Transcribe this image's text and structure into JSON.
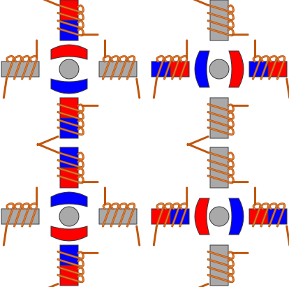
{
  "colors": {
    "background": "#ffffff",
    "pole_north": "#ff0000",
    "pole_south": "#0000ff",
    "core": "#a9a9a9",
    "coil_wire": "#c0560c",
    "coil_highlight": "#e8a060",
    "outline": "#3a3a3a"
  },
  "diagram": {
    "description_kind": "stepper-motor-full-step-sequence",
    "panels": [
      {
        "id": "step-1",
        "rotor_axis": "vertical",
        "rotor_top": "north",
        "vertical_coils_energized": true,
        "vertical_top_inner": "south",
        "horizontal_coils_energized": false
      },
      {
        "id": "step-2",
        "rotor_axis": "horizontal",
        "rotor_left": "south",
        "vertical_coils_energized": false,
        "horizontal_coils_energized": true,
        "horizontal_left_inner": "north"
      },
      {
        "id": "step-3",
        "rotor_axis": "vertical",
        "rotor_top": "south",
        "vertical_coils_energized": true,
        "vertical_top_inner": "north",
        "horizontal_coils_energized": false
      },
      {
        "id": "step-4",
        "rotor_axis": "horizontal",
        "rotor_left": "north",
        "vertical_coils_energized": false,
        "horizontal_coils_energized": true,
        "horizontal_left_inner": "south"
      }
    ]
  }
}
